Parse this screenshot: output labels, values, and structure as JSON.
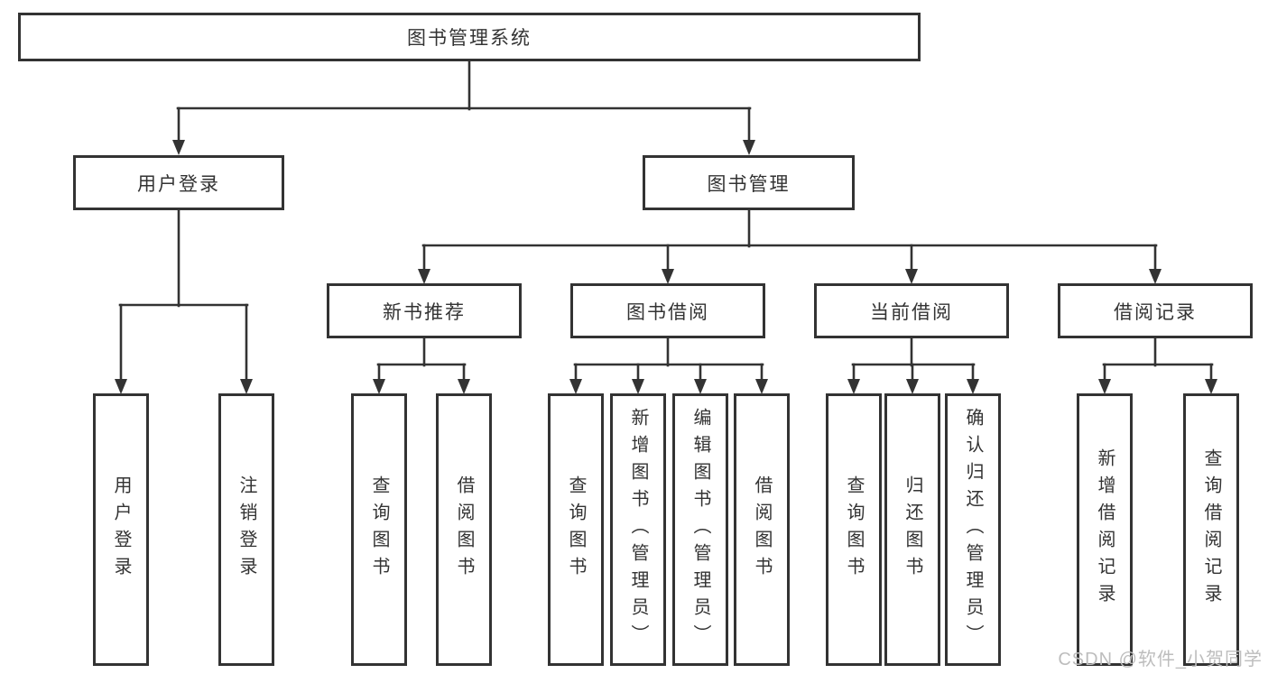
{
  "diagram": {
    "root": {
      "label": "图书管理系统"
    },
    "level2": {
      "user_login": {
        "label": "用户登录"
      },
      "book_management": {
        "label": "图书管理"
      }
    },
    "level3": {
      "new_book_recommend": {
        "label": "新书推荐"
      },
      "book_borrow": {
        "label": "图书借阅"
      },
      "current_borrow": {
        "label": "当前借阅"
      },
      "borrow_record": {
        "label": "借阅记录"
      }
    },
    "leaves": {
      "user_login": {
        "label": "用户登录"
      },
      "logout_login": {
        "label": "注销登录"
      },
      "recommend_query_books": {
        "label": "查询图书"
      },
      "recommend_borrow_books": {
        "label": "借阅图书"
      },
      "borrow_query_books": {
        "label": "查询图书"
      },
      "borrow_add_books_admin": {
        "label": "新增图书（管理员）"
      },
      "borrow_edit_books_admin": {
        "label": "编辑图书（管理员）"
      },
      "borrow_borrow_books": {
        "label": "借阅图书"
      },
      "current_query_books": {
        "label": "查询图书"
      },
      "current_return_books": {
        "label": "归还图书"
      },
      "current_confirm_return_admin": {
        "label": "确认归还（管理员）"
      },
      "record_add_borrow_record": {
        "label": "新增借阅记录"
      },
      "record_query_borrow_record": {
        "label": "查询借阅记录"
      }
    }
  },
  "watermark": {
    "text": "CSDN @软件_小贺同学"
  },
  "colors": {
    "line": "#333333",
    "box_border": "#333333",
    "text": "#333333",
    "watermark_text": "#bdbdbd",
    "background": "#ffffff"
  }
}
